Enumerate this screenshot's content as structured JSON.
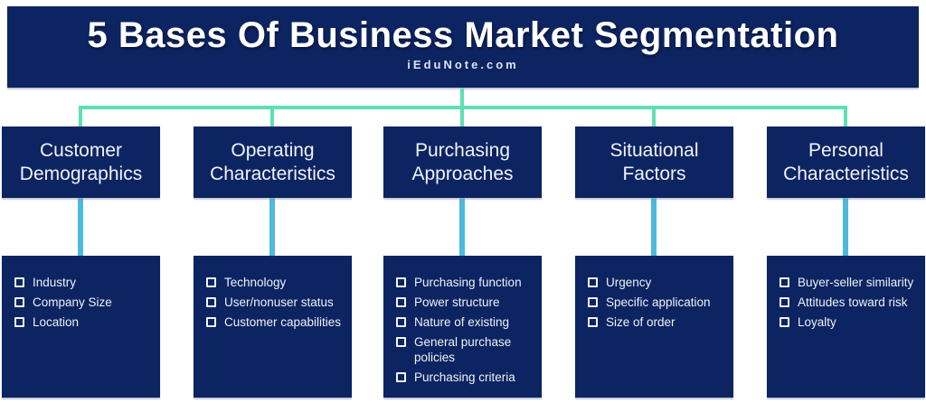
{
  "banner": {
    "title": "5 Bases Of Business Market Segmentation",
    "website": "iEduNote.com"
  },
  "colors": {
    "navy": "#0d2462",
    "mint_green": "#5ee0b4",
    "cyan": "#4cb9de",
    "text_light": "#edf1f7"
  },
  "columns": [
    {
      "title": "Customer Demographics",
      "items": [
        "Industry",
        "Company Size",
        "Location"
      ]
    },
    {
      "title": "Operating Characteristics",
      "items": [
        "Technology",
        "User/nonuser status",
        "Customer capabilities"
      ]
    },
    {
      "title": "Purchasing Approaches",
      "items": [
        "Purchasing function",
        "Power structure",
        "Nature of existing",
        "General purchase policies",
        "Purchasing criteria"
      ]
    },
    {
      "title": "Situational Factors",
      "items": [
        "Urgency",
        "Specific application",
        "Size of order"
      ]
    },
    {
      "title": "Personal Characteristics",
      "items": [
        "Buyer-seller similarity",
        "Attitudes toward risk",
        "Loyalty"
      ]
    }
  ]
}
